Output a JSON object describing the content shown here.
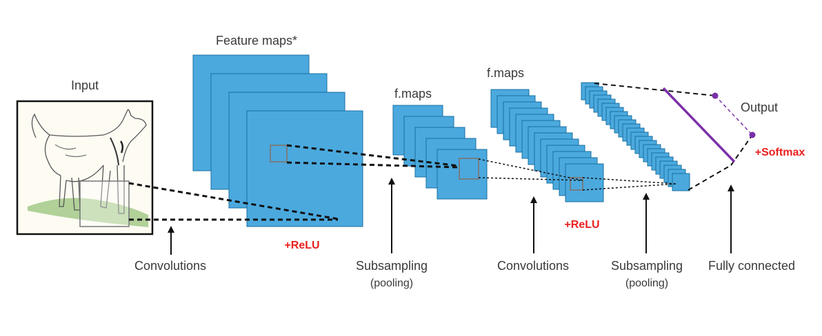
{
  "labels": {
    "input": "Input",
    "feature_maps": "Feature maps*",
    "fmaps1": "f.maps",
    "fmaps2": "f.maps",
    "output": "Output",
    "relu1": "+ReLU",
    "relu2": "+ReLU",
    "softmax": "+Softmax",
    "conv1": "Convolutions",
    "subsampling1": "Subsampling",
    "pooling1": "pooling",
    "conv2": "Convolutions",
    "subsampling2": "Subsampling",
    "pooling2": "pooling",
    "fully_connected": "Fully connected"
  },
  "colors": {
    "map_fill": "#4ba9de",
    "map_edge": "#1a6fa0",
    "accent_red": "#e8201f",
    "output_purple": "#7b2fa8",
    "text": "#3a3a3a"
  }
}
